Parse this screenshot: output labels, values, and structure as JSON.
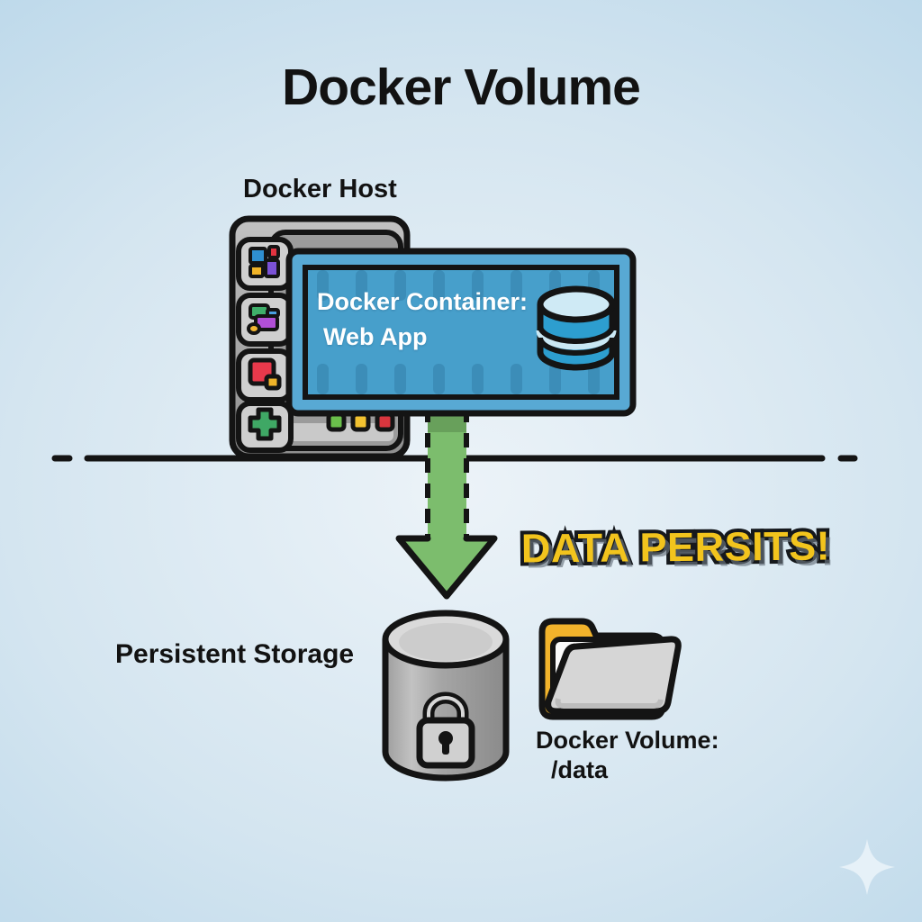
{
  "title": "Docker Volume",
  "diagram": {
    "host_label": "Docker Host",
    "container_title": "Docker Container:",
    "container_subtitle": "Web App",
    "persists_text": "DATA PERSITS!",
    "storage_label": "Persistent Storage",
    "volume_label": "Docker Volume:",
    "volume_path": "/data"
  },
  "icons": {
    "server": "server-rack-icon",
    "container": "shipping-container-icon",
    "database": "database-cylinder-icon",
    "arrow": "dashed-arrow-down-icon",
    "storage": "storage-cylinder-icon",
    "lock": "lock-icon",
    "folder": "open-folder-icon",
    "sparkle": "sparkle-icon"
  },
  "colors": {
    "background_center": "#ecf3f8",
    "background_edge": "#b4d4e8",
    "container_frame_blue": "#58a9d4",
    "container_blue": "#479fcb",
    "stripe_blue": "#3b8cb6",
    "database_blue": "#2d9ecf",
    "arrow_green": "#7cbd6d",
    "persists_yellow": "#f2c41d",
    "server_gray": "#a9a9a9",
    "cylinder_gray": "#9e9e9e",
    "folder_yellow": "#f2b32b",
    "folder_front_gray": "#d6d6d6",
    "led_green": "#6abf4b",
    "led_yellow": "#f2c230",
    "led_red": "#d9363e",
    "outline_black": "#141414"
  }
}
